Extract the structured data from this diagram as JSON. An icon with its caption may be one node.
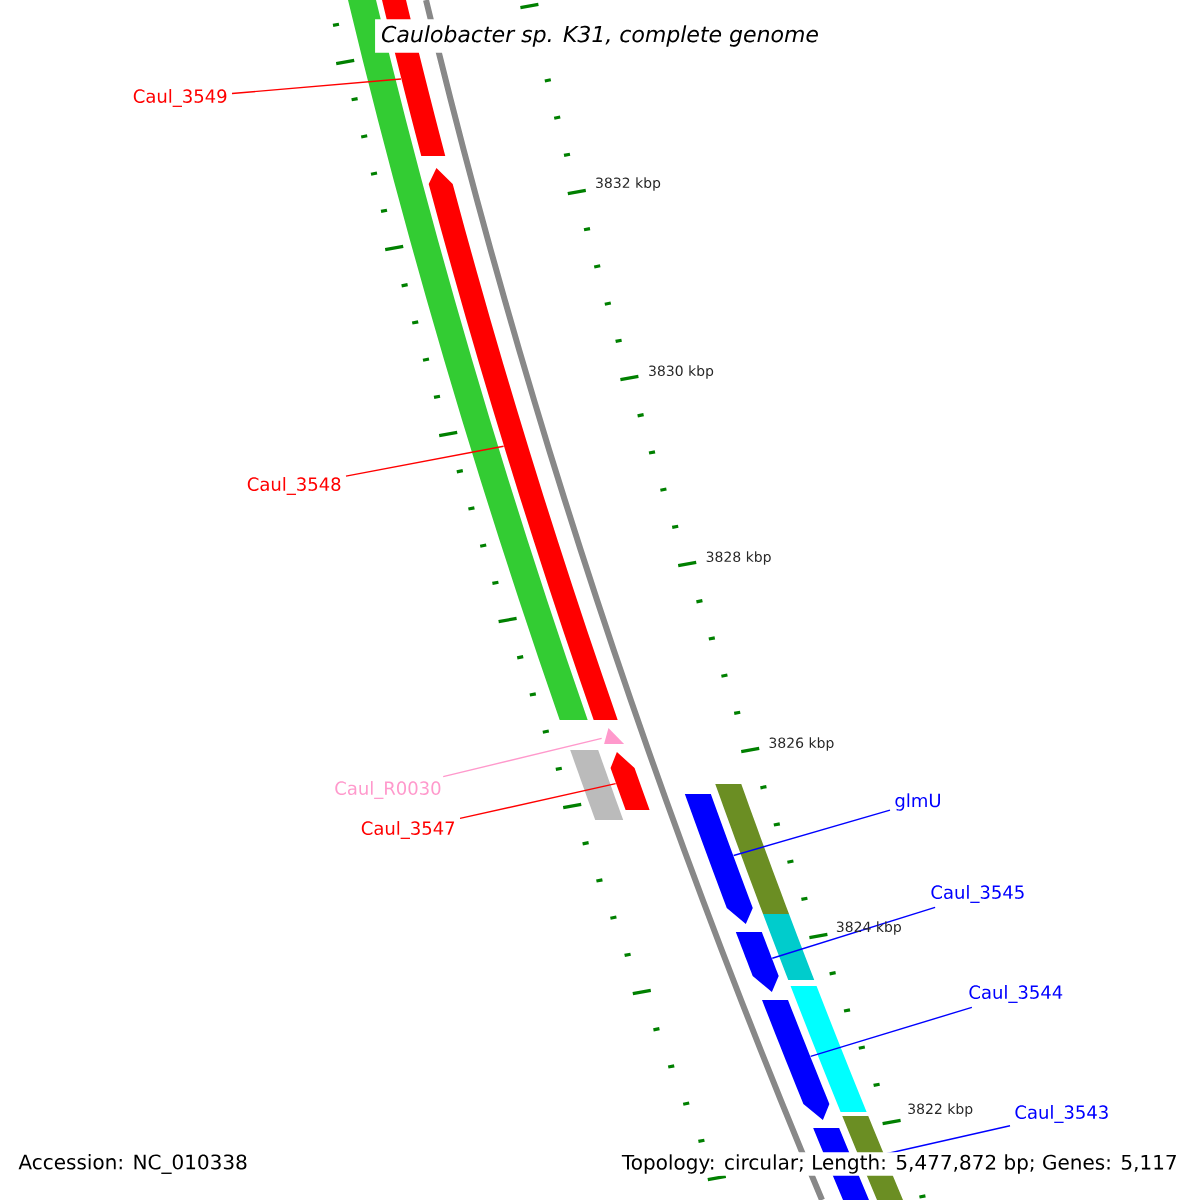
{
  "diagram": {
    "title": "Caulobacter sp. K31, complete genome",
    "nodes": [
      {
        "text": [
          "Caul_3549"
        ]
      },
      {
        "text": [
          "Caul_3548"
        ]
      },
      {
        "text": [
          "Caul_R0030"
        ]
      },
      {
        "text": [
          "Caul_3547"
        ]
      },
      {
        "text": [
          "glmU"
        ]
      },
      {
        "text": [
          "Caul_3545"
        ]
      },
      {
        "text": [
          "Caul_3544"
        ]
      },
      {
        "text": [
          "Caul_3543"
        ]
      },
      {
        "text": [],
        "shape": "bar"
      },
      {
        "text": [],
        "shape": "arrow"
      },
      {
        "text": [],
        "shape": "triangle"
      },
      {
        "text": [],
        "shape": "arrow"
      },
      {
        "text": [],
        "shape": "arrow"
      },
      {
        "text": [],
        "shape": "arrow"
      },
      {
        "text": [],
        "shape": "arrow"
      },
      {
        "text": [],
        "shape": "bar"
      }
    ],
    "edges": [
      {
        "from": 0,
        "to": 8,
        "arrow": "none",
        "color": "#ff0000"
      },
      {
        "from": 1,
        "to": 9,
        "arrow": "none",
        "color": "#ff0000"
      },
      {
        "from": 2,
        "to": 10,
        "arrow": "none",
        "color": "#ff99cc"
      },
      {
        "from": 3,
        "to": 11,
        "arrow": "none",
        "color": "#ff0000"
      },
      {
        "from": 4,
        "to": 12,
        "arrow": "none"
      },
      {
        "from": 5,
        "to": 13,
        "arrow": "none"
      },
      {
        "from": 6,
        "to": 14,
        "arrow": "none"
      },
      {
        "from": 7,
        "to": 15,
        "arrow": "none"
      }
    ],
    "labels": [
      "3832 kbp",
      "3830 kbp",
      "3828 kbp",
      "3826 kbp",
      "3824 kbp",
      "3822 kbp",
      "Accession: NC_010338",
      "Topology: circular; Length: 5,477,872 bp; Genes: 5,117"
    ]
  }
}
